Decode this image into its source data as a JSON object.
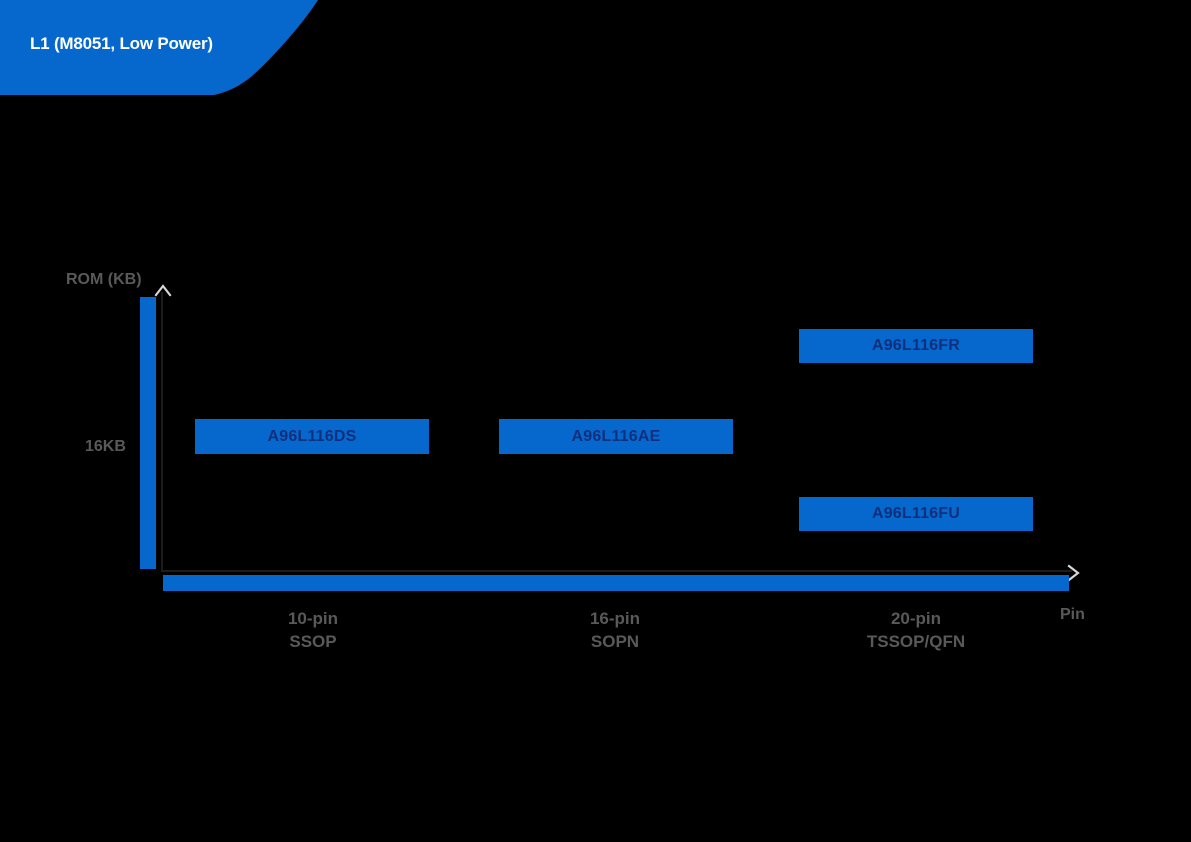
{
  "header": {
    "title": "L1 (M8051, Low Power)",
    "background_color": "#0668cc",
    "text_color": "#ffffff"
  },
  "colors": {
    "page_background": "#000000",
    "accent_blue": "#0668cc",
    "bar_label_text": "#10307e",
    "axis_label_gray": "#595959",
    "axis_line": "#1c1c1c",
    "arrow": "#d6d6d6"
  },
  "chart_data": {
    "type": "bar",
    "title": "L1 (M8051, Low Power)",
    "xlabel": "Pin",
    "ylabel": "ROM (KB)",
    "grid": false,
    "legend": null,
    "x_tick_labels": [
      {
        "line1": "10-pin",
        "line2": "SSOP"
      },
      {
        "line1": "16-pin",
        "line2": "SOPN"
      },
      {
        "line1": "20-pin",
        "line2": "TSSOP/QFN"
      }
    ],
    "y_tick_labels": [
      "16KB"
    ],
    "categories": [
      "10-pin SSOP",
      "16-pin SOPN",
      "20-pin TSSOP/QFN"
    ],
    "series": [
      {
        "name": "A96L116DS",
        "label": "A96L116DS",
        "pin_category": "10-pin SSOP",
        "rom_kb": 16
      },
      {
        "name": "A96L116AE",
        "label": "A96L116AE",
        "pin_category": "16-pin SOPN",
        "rom_kb": 16
      },
      {
        "name": "A96L116FR",
        "label": "A96L116FR",
        "pin_category": "20-pin TSSOP/QFN",
        "rom_kb": 16
      },
      {
        "name": "A96L116FU",
        "label": "A96L116FU",
        "pin_category": "20-pin TSSOP/QFN",
        "rom_kb": 16
      }
    ]
  }
}
